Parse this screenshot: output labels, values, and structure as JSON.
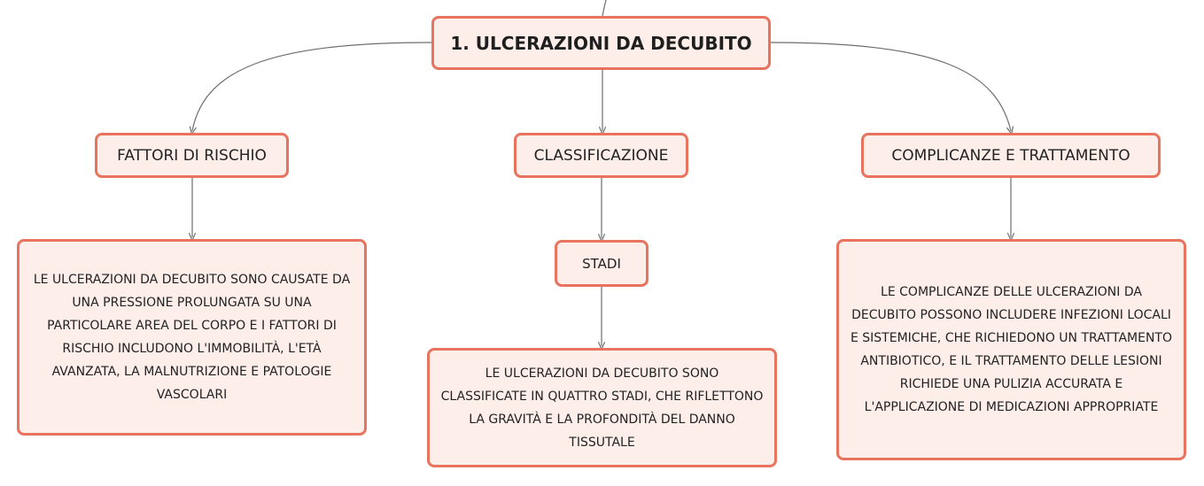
{
  "colors": {
    "node_border": "#e8735f",
    "node_fill": "#fdeeea",
    "connector": "#6e6e6e"
  },
  "root": {
    "label": "1. ULCERAZIONI DA DECUBITO"
  },
  "branches": [
    {
      "label": "FATTORI DI RISCHIO",
      "description": "LE ULCERAZIONI DA DECUBITO SONO CAUSATE DA UNA PRESSIONE PROLUNGATA SU UNA PARTICOLARE AREA DEL CORPO E I FATTORI DI RISCHIO INCLUDONO L'IMMOBILITÀ, L'ETÀ AVANZATA, LA MALNUTRIZIONE E PATOLOGIE VASCOLARI"
    },
    {
      "label": "CLASSIFICAZIONE",
      "child": {
        "label": "STADI",
        "description": "LE ULCERAZIONI DA DECUBITO SONO CLASSIFICATE IN QUATTRO STADI, CHE RIFLETTONO LA GRAVITÀ E LA PROFONDITÀ DEL DANNO TISSUTALE"
      }
    },
    {
      "label": "COMPLICANZE E TRATTAMENTO",
      "description": "LE COMPLICANZE DELLE ULCERAZIONI DA DECUBITO POSSONO INCLUDERE INFEZIONI LOCALI E SISTEMICHE, CHE RICHIEDONO UN TRATTAMENTO ANTIBIOTICO, E IL TRATTAMENTO DELLE LESIONI RICHIEDE UNA PULIZIA ACCURATA E L'APPLICAZIONE DI MEDICAZIONI APPROPRIATE"
    }
  ]
}
